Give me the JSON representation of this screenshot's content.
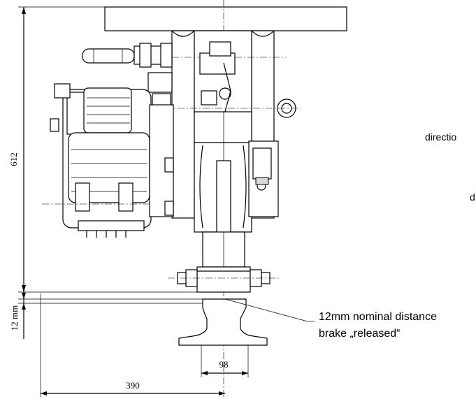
{
  "dimensions": {
    "height_612": "612",
    "gap_12": "12 mm",
    "rail_98": "98",
    "offset_390": "390"
  },
  "labels": {
    "direction_partial": "directio",
    "d_partial": "d",
    "note_line1": "12mm nominal distance",
    "note_line2": "brake „released“"
  }
}
